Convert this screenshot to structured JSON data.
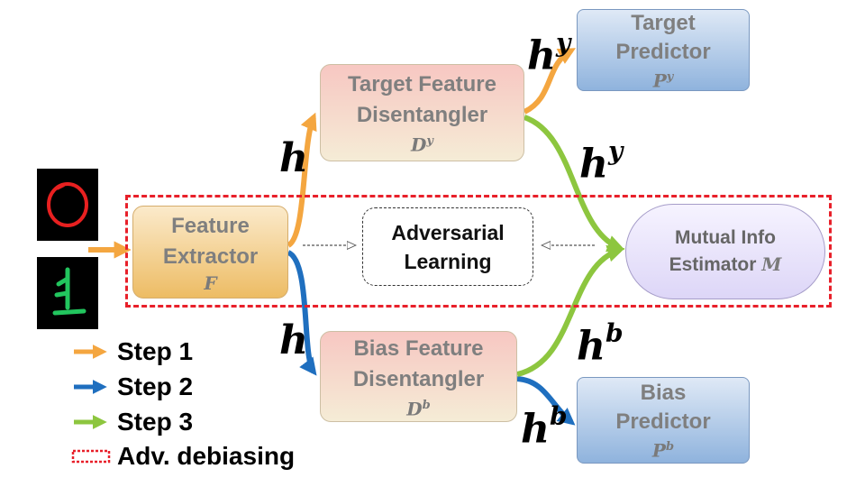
{
  "colors": {
    "step1": "#f4a640",
    "step2": "#1f6fbf",
    "step3": "#8dc63f",
    "adversarial_region": "#e8202a",
    "digit_zero": "#e82020",
    "digit_one": "#22c55e"
  },
  "nodes": {
    "feature_extractor": {
      "line1": "Feature",
      "line2": "Extractor",
      "symbol": "F"
    },
    "target_disentangler": {
      "line1": "Target Feature",
      "line2": "Disentangler",
      "symbol": "D",
      "symbol_sup": "y"
    },
    "bias_disentangler": {
      "line1": "Bias Feature",
      "line2": "Disentangler",
      "symbol": "D",
      "symbol_sup": "b"
    },
    "target_predictor": {
      "line1": "Target",
      "line2": "Predictor",
      "symbol": "P",
      "symbol_sup": "y"
    },
    "bias_predictor": {
      "line1": "Bias",
      "line2": "Predictor",
      "symbol": "P",
      "symbol_sup": "b"
    },
    "mi_estimator": {
      "line1": "Mutual Info",
      "line2": "Estimator",
      "symbol": "M"
    },
    "adversarial": {
      "line1": "Adversarial",
      "line2": "Learning"
    }
  },
  "edge_labels": {
    "h_upper": {
      "base": "h"
    },
    "h_lower": {
      "base": "h"
    },
    "hy_to_predictor": {
      "base": "h",
      "sup": "y"
    },
    "hy_to_estimator": {
      "base": "h",
      "sup": "y"
    },
    "hb_to_estimator": {
      "base": "h",
      "sup": "b"
    },
    "hb_to_predictor": {
      "base": "h",
      "sup": "b"
    }
  },
  "legend": [
    {
      "label": "Step 1",
      "kind": "arrow",
      "color_key": "step1"
    },
    {
      "label": "Step 2",
      "kind": "arrow",
      "color_key": "step2"
    },
    {
      "label": "Step 3",
      "kind": "arrow",
      "color_key": "step3"
    },
    {
      "label": "Adv. debiasing",
      "kind": "dashed-box",
      "color_key": "adversarial_region"
    }
  ]
}
